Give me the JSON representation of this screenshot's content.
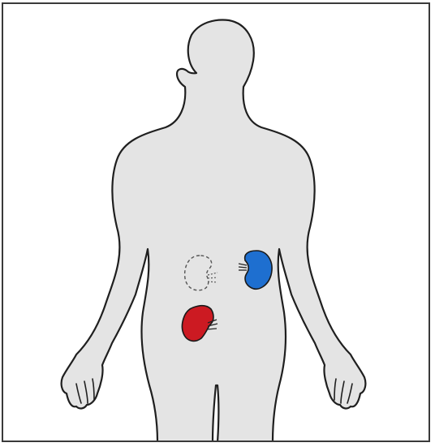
{
  "figure": {
    "subject": "human-silhouette-kidney-transplant",
    "colors": {
      "body_fill": "#e4e4e4",
      "outline": "#1f1f1f",
      "frame": "#3a3a3a",
      "native_kidney": "#1e6fd0",
      "transplanted_kidney": "#cc1a22",
      "removed_kidney_outline": "#555555"
    },
    "elements": [
      "body-silhouette",
      "native-kidney-blue",
      "transplanted-kidney-red",
      "removed-kidney-dashed-outline"
    ]
  }
}
